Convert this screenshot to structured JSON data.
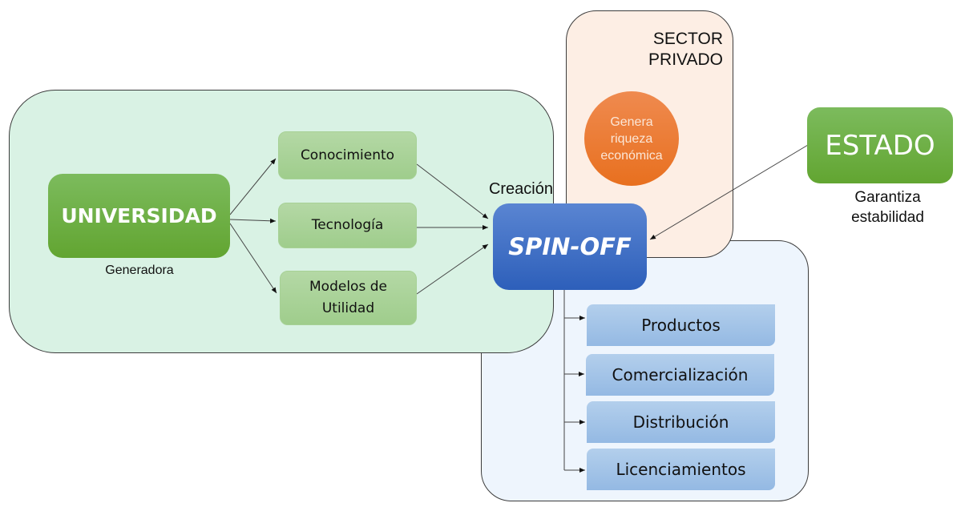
{
  "diagram": {
    "sector_privado": {
      "title_line1": "SECTOR",
      "title_line2": "PRIVADO",
      "circle_line1": "Genera",
      "circle_line2": "riqueza",
      "circle_line3": "económica"
    },
    "universidad": {
      "label": "UNIVERSIDAD",
      "caption": "Generadora"
    },
    "outputs": [
      {
        "label_line1": "Conocimiento",
        "label_line2": ""
      },
      {
        "label_line1": "Tecnología",
        "label_line2": ""
      },
      {
        "label_line1": "Modelos de",
        "label_line2": "Utilidad"
      }
    ],
    "creacion_label": "Creación",
    "spin_off": {
      "label": "SPIN-OFF"
    },
    "estado": {
      "label": "ESTADO",
      "caption_line1": "Garantiza",
      "caption_line2": "estabilidad"
    },
    "results": [
      {
        "label": "Productos"
      },
      {
        "label": "Comercialización"
      },
      {
        "label": "Distribución"
      },
      {
        "label": "Licenciamientos"
      }
    ],
    "colors": {
      "green_container": "#d9f2e4",
      "salmon_container": "#fdeee4",
      "blue_container": "#eef5fd",
      "green_node": "#6aad3f",
      "light_green_node": "#a8d394",
      "spin_off": "#3e6fc4",
      "orange_circle": "#eb7a33",
      "result_box": "#a3c4e8"
    }
  }
}
